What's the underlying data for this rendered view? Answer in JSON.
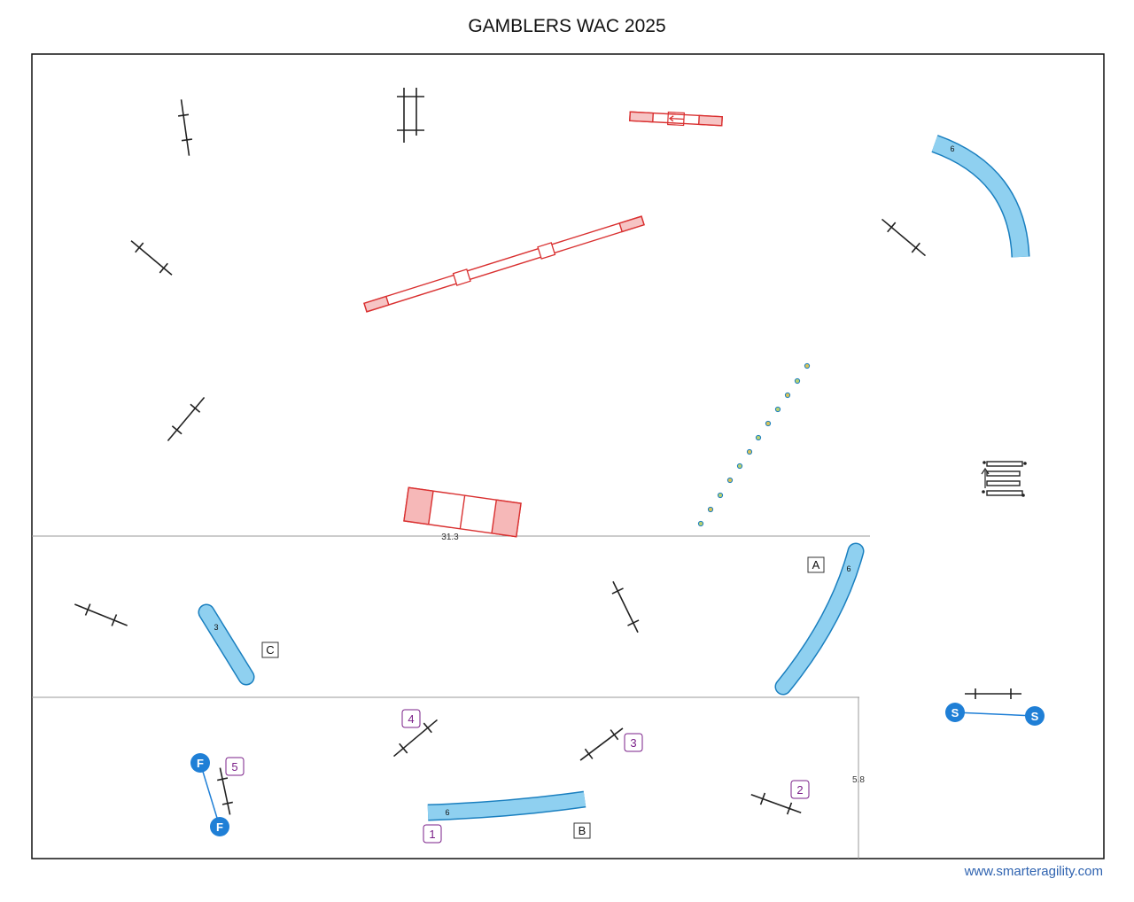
{
  "title": "GAMBLERS WAC 2025",
  "footer": "www.smarteragility.com",
  "measurements": {
    "top_line": "31.3",
    "bottom_line": "5.8"
  },
  "tunnels": {
    "top_right": "6",
    "mid_right": "6",
    "mid_left": "3",
    "bottom": "6"
  },
  "letters": {
    "a": "A",
    "b": "B",
    "c": "C"
  },
  "numbers": {
    "n1": "1",
    "n2": "2",
    "n3": "3",
    "n4": "4",
    "n5": "5"
  },
  "markers": {
    "start": "S",
    "finish": "F"
  },
  "colors": {
    "tunnel_fill": "#8fd0f0",
    "tunnel_stroke": "#1a7fbf",
    "contact_red": "#d93030",
    "marker_blue": "#1f7fd6",
    "number_purple": "#7a1f88"
  }
}
